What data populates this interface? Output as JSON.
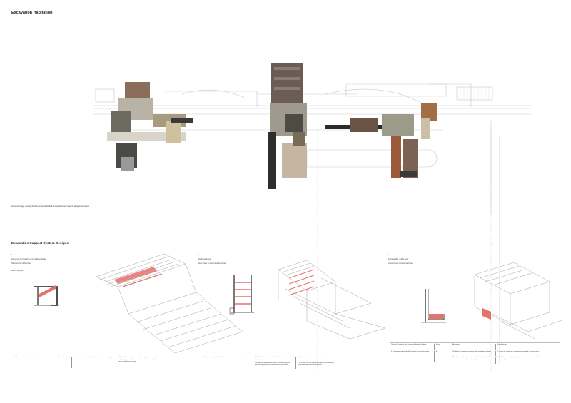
{
  "page": {
    "title": "Excavation Habitation",
    "collage_caption": "Sectional collage showing the three proposed shafts that allow for access to each railway infrastructure",
    "support_title": "Excavation Support System Designs"
  },
  "designs": [
    {
      "number": "1.",
      "line1": "Access brunt of ventrine and the Durie, Durrie",
      "line2": "Hammersmith & City lines",
      "line3": "Bicycle storage"
    },
    {
      "number": "2.",
      "line1": "Hospital archives",
      "line2": "Route share to new Crossrail archade",
      "line3": ""
    },
    {
      "number": "3.",
      "line1": "Sports facility - cricket nets",
      "line2": "Access to new Crossrail archade",
      "line3": ""
    }
  ],
  "tables": {
    "t1": {
      "c1": "1.   Permanent and continuous form of excavation and transit from central excavating",
      "c2": "3.",
      "c3": "1. Variant of it, somewhat shapes; same advantages apply",
      "c4": "1. Minor disadvantages as in apex; except that rest a ventral inlaying; support usually delivered from or it's developed good gains conclude on remissed"
    },
    "t2": {
      "c1": "1.   Temporary support for first 4 excavation",
      "c2": "1.",
      "c3a": "1.  Suitable for excavations relatively large in plane rather deep in depth",
      "c3b": "2.  Enables groundwater problems to break strong soil; efficient adequacy when conditions of construction",
      "c4a": "1.  Only one sidewise construction categories",
      "c4b": "2.  Wall has to be self-supporting against soil sediments when suspended base at excavation"
    },
    "t3": {
      "h1": "Types of Temporary and Permanent Support Systems",
      "h2": "Figure",
      "h3": "Advantages",
      "h4": "Disadvantages",
      "c1": "3.   Temporary support identified against central excavating",
      "c2": "8.",
      "c3a": "1.  Suitable for large excavations in plan rather than in depth",
      "c3b": "2.  Enables groundwater problems to break strong soil; efficient adequacy where conditions of storage",
      "c4a": "1.  Struts are restrained constructions; engaged for permanence",
      "c4b": "2.  Wall has to be self-supporting in diffusion and suspended when excavating of structures"
    }
  }
}
